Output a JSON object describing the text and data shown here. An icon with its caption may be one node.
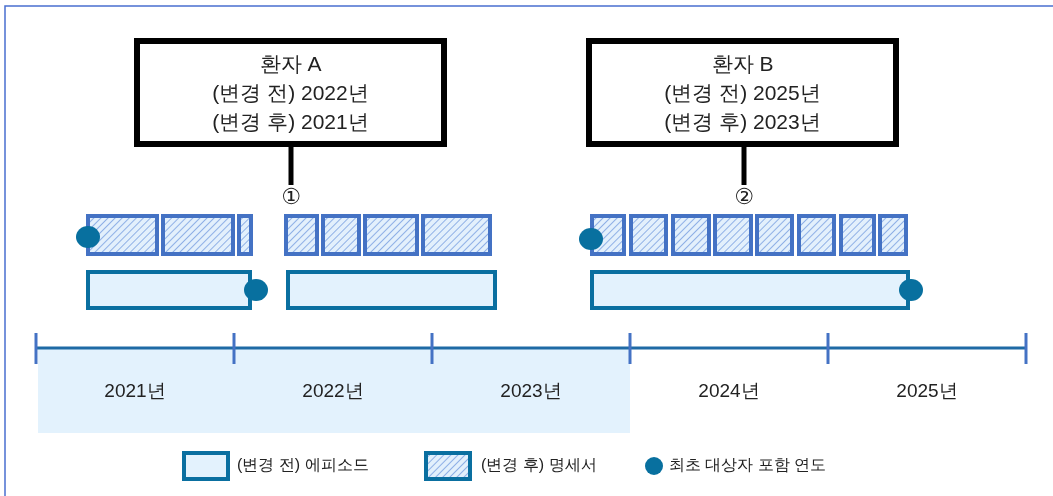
{
  "diagram": {
    "nodes": [
      {
        "text": [
          "환자 A",
          "(변경 전) 2022년",
          "(변경 후) 2021년"
        ]
      },
      {
        "text": [
          "환자 B",
          "(변경 전) 2025년",
          "(변경 후) 2023년"
        ]
      },
      {
        "text": [
          "①"
        ]
      },
      {
        "text": [
          "②"
        ]
      }
    ],
    "edges": [
      {
        "from": 0,
        "to": 2,
        "arrow": "none"
      },
      {
        "from": 1,
        "to": 3,
        "arrow": "none"
      }
    ],
    "labels": [
      "2021년",
      "2022년",
      "2023년",
      "2024년",
      "2025년"
    ],
    "legend": [
      {
        "text": "(변경 전) 에피소드",
        "color": "#e3f2fd"
      },
      {
        "text": "(변경 후) 명세서"
      },
      {
        "text": "최초 대상자 포함 연도",
        "color": "#08709f"
      }
    ]
  }
}
